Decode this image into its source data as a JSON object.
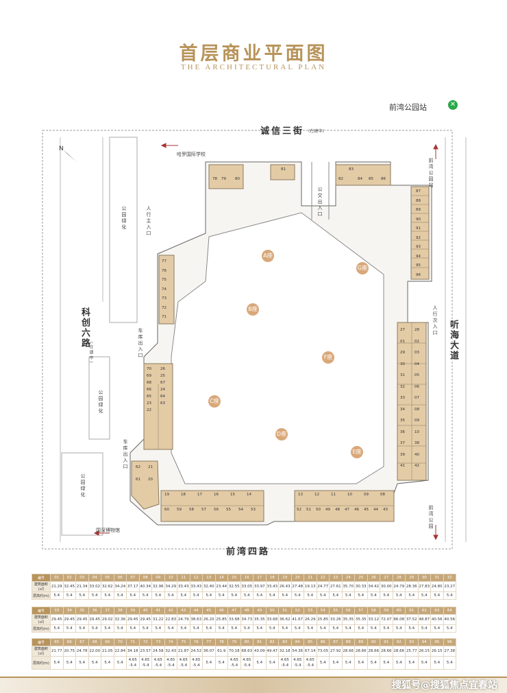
{
  "header": {
    "title": "首层商业平面图",
    "subtitle": "THE ARCHITECTURAL PLAN",
    "station_label": "前湾公园站",
    "station_icon": "metro-icon"
  },
  "compass": {
    "north": "N"
  },
  "roads": {
    "north": "诚信三街",
    "north_note": "(在建中)",
    "south": "前湾四路",
    "west": "科创六路",
    "west_note": "(在建中)",
    "east": "听海大道"
  },
  "labels": {
    "school": "哈罗国际学校",
    "museum": "国深博物馆",
    "park_green_1": "公园绿化",
    "park_green_2": "公园绿化",
    "park_green_3": "公园绿化",
    "pedestrian_main": "人行主入口",
    "pedestrian_secondary": "人行次入口",
    "car_entry_1": "车库出入口",
    "car_entry_2": "车库出入口",
    "bus_entry": "公交出入口",
    "to_station": "前湾公园站",
    "to_park": "前湾公园"
  },
  "zones": [
    "A座",
    "B座",
    "C座",
    "D座",
    "E座",
    "F座",
    "G座"
  ],
  "units": {
    "top": [
      "78",
      "79",
      "80",
      "81",
      "82",
      "83",
      "84",
      "85",
      "86"
    ],
    "right": [
      "87",
      "88",
      "89",
      "90",
      "91",
      "92",
      "93",
      "94",
      "95",
      "96"
    ],
    "east": [
      "27",
      "28",
      "01",
      "02",
      "29",
      "03",
      "30",
      "04",
      "31",
      "05",
      "32",
      "06",
      "33",
      "07",
      "34",
      "08",
      "35",
      "09",
      "36",
      "10",
      "37",
      "38",
      "39",
      "40",
      "41",
      "42"
    ],
    "left_upper": [
      "77",
      "76",
      "75",
      "74",
      "73",
      "72",
      "71"
    ],
    "left_mid": [
      "70",
      "26",
      "69",
      "25",
      "68",
      "67",
      "66",
      "24",
      "65",
      "64",
      "23",
      "63",
      "22"
    ],
    "left_low": [
      "62",
      "21",
      "61",
      "20"
    ],
    "bottom_left": [
      "19",
      "18",
      "17",
      "16",
      "15",
      "14",
      "60",
      "59",
      "58",
      "57",
      "56",
      "55",
      "54",
      "53"
    ],
    "bottom_right": [
      "13",
      "12",
      "11",
      "10",
      "09",
      "08",
      "52",
      "51",
      "50",
      "49",
      "48",
      "47",
      "46",
      "45",
      "44",
      "43"
    ]
  },
  "table": {
    "row_labels": [
      "编号",
      "建筑面积(㎡)",
      "层高约(m)"
    ],
    "groups": [
      {
        "ids": [
          "01",
          "02",
          "03",
          "04",
          "05",
          "06",
          "07",
          "08",
          "09",
          "10",
          "11",
          "12",
          "13",
          "14",
          "15",
          "16",
          "17",
          "18",
          "19",
          "20",
          "21",
          "22",
          "23",
          "24",
          "25",
          "26",
          "27",
          "28",
          "29",
          "30",
          "31",
          "32"
        ],
        "areas": [
          "21.29",
          "32.45",
          "21.34",
          "33.02",
          "32.62",
          "34.24",
          "37.17",
          "40.34",
          "32.96",
          "34.29",
          "33.43",
          "33.43",
          "32.40",
          "23.44",
          "32.55",
          "33.05",
          "33.97",
          "33.43",
          "26.43",
          "27.48",
          "19.13",
          "24.77",
          "27.61",
          "35.70",
          "30.33",
          "34.42",
          "30.00",
          "24.79",
          "28.36",
          "27.83",
          "24.80",
          "23.27"
        ],
        "heights": [
          "5.4",
          "5.4",
          "5.4",
          "5.4",
          "5.4",
          "5.4",
          "5.4",
          "5.4",
          "5.4",
          "5.4",
          "5.4",
          "5.4",
          "5.4",
          "5.4",
          "5.4",
          "5.4",
          "5.4",
          "5.4",
          "5.4",
          "5.4",
          "5.4",
          "5.4",
          "5.4",
          "5.4",
          "5.4",
          "5.4",
          "5.4",
          "5.4",
          "5.4",
          "5.4",
          "5.4",
          "5.4"
        ]
      },
      {
        "ids": [
          "33",
          "34",
          "35",
          "36",
          "37",
          "38",
          "39",
          "40",
          "41",
          "42",
          "43",
          "44",
          "45",
          "46",
          "47",
          "48",
          "49",
          "50",
          "51",
          "52",
          "53",
          "54",
          "55",
          "56",
          "57",
          "58",
          "59",
          "60",
          "61",
          "62",
          "63",
          "64"
        ],
        "areas": [
          "29.45",
          "29.45",
          "29.45",
          "29.45",
          "29.02",
          "32.36",
          "29.45",
          "29.45",
          "31.22",
          "22.83",
          "24.79",
          "38.63",
          "26.20",
          "25.85",
          "33.68",
          "34.73",
          "35.35",
          "33.68",
          "36.62",
          "41.67",
          "26.29",
          "25.85",
          "33.26",
          "35.35",
          "35.35",
          "33.12",
          "72.07",
          "86.08",
          "37.52",
          "48.87",
          "40.56",
          "40.56"
        ],
        "heights": [
          "5.4",
          "5.4",
          "5.4",
          "5.4",
          "5.4",
          "5.4",
          "5.4",
          "5.4",
          "5.4",
          "5.4",
          "5.4",
          "5.4",
          "5.4",
          "5.4",
          "5.4",
          "5.4",
          "5.4",
          "5.4",
          "5.4",
          "5.4",
          "5.4",
          "5.4",
          "5.4",
          "5.4",
          "5.4",
          "5.4",
          "5.4",
          "5.4",
          "5.4",
          "5.4",
          "5.4",
          "5.4"
        ]
      },
      {
        "ids": [
          "65",
          "66",
          "67",
          "68",
          "69",
          "70",
          "71",
          "72",
          "73",
          "74",
          "75",
          "76",
          "77",
          "78",
          "79",
          "80",
          "81",
          "82",
          "83",
          "84",
          "85",
          "86",
          "87",
          "88",
          "89",
          "90",
          "91",
          "92",
          "93",
          "94",
          "95",
          "96"
        ],
        "areas": [
          "21.77",
          "20.75",
          "24.78",
          "22.00",
          "21.05",
          "22.84",
          "34.18",
          "23.57",
          "24.58",
          "32.43",
          "21.87",
          "24.52",
          "36.07",
          "61.9",
          "70.18",
          "68.63",
          "43.09",
          "49.47",
          "32.18",
          "54.36",
          "67.14",
          "73.05",
          "27.92",
          "28.66",
          "28.66",
          "28.66",
          "28.66",
          "28.66",
          "25.77",
          "26.15",
          "26.15",
          "27.38"
        ],
        "heights": [
          "5.4",
          "5.4",
          "5.4",
          "5.4",
          "5.4",
          "5.4",
          "4.65 -5.4",
          "4.65 -5.4",
          "4.65 -5.4",
          "4.65 -5.4",
          "4.65 -5.4",
          "4.65 -5.4",
          "5.4",
          "5.4",
          "4.65 -5.4",
          "4.65 -5.4",
          "5.4",
          "5.4",
          "4.65 -5.4",
          "4.65 -5.4",
          "4.65 -5.4",
          "5.4",
          "5.4",
          "5.4",
          "5.4",
          "5.4",
          "5.4",
          "5.4",
          "5.4",
          "5.4",
          "5.4",
          "5.4"
        ]
      }
    ]
  },
  "footer": {
    "watermark": "搜狐号@搜狐焦点宜春站"
  },
  "colors": {
    "accent": "#b8935a",
    "unit_fill": "#e3cba6",
    "metro": "#2aa84a"
  }
}
